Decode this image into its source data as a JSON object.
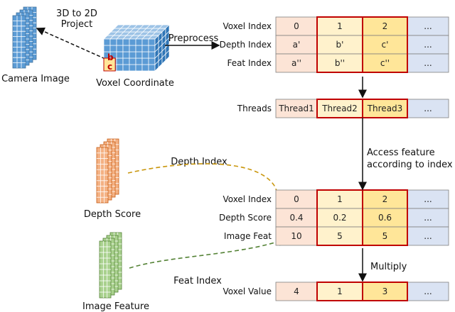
{
  "colors": {
    "cell_orange": "#fce4d6",
    "cell_yellow": "#fff2cc",
    "cell_highlight": "#ffe699",
    "cell_blue": "#dae3f3",
    "border_red": "#c00000",
    "camera_blue": "#5b9bd5",
    "depth_orange": "#f4b183",
    "feature_green": "#a9d18e",
    "arrow_orange": "#c9960c",
    "arrow_green": "#548235"
  },
  "left": {
    "camera_caption": "Camera Image",
    "voxel_caption": "Voxel Coordinate",
    "projection_label_line1": "3D to 2D",
    "projection_label_line2": "Project",
    "preprocess_label": "Preprocess",
    "marker_b": "b",
    "marker_c": "c",
    "depth_caption": "Depth Score",
    "feature_caption": "Image Feature",
    "depth_index_label": "Depth Index",
    "feat_index_label": "Feat Index"
  },
  "right": {
    "access_label_line1": "Access feature",
    "access_label_line2": "according to index",
    "multiply_label": "Multiply"
  },
  "tables": {
    "index_table": {
      "rows": [
        {
          "label": "Voxel Index",
          "cells": [
            "0",
            "1",
            "2",
            "..."
          ]
        },
        {
          "label": "Depth Index",
          "cells": [
            "a'",
            "b'",
            "c'",
            "..."
          ]
        },
        {
          "label": "Feat Index",
          "cells": [
            "a''",
            "b''",
            "c''",
            "..."
          ]
        }
      ]
    },
    "threads_table": {
      "rows": [
        {
          "label": "Threads",
          "cells": [
            "Thread1",
            "Thread2",
            "Thread3",
            "..."
          ]
        }
      ]
    },
    "feature_table": {
      "rows": [
        {
          "label": "Voxel Index",
          "cells": [
            "0",
            "1",
            "2",
            "..."
          ]
        },
        {
          "label": "Depth Score",
          "cells": [
            "0.4",
            "0.2",
            "0.6",
            "..."
          ]
        },
        {
          "label": "Image Feat",
          "cells": [
            "10",
            "5",
            "5",
            "..."
          ]
        }
      ]
    },
    "value_table": {
      "rows": [
        {
          "label": "Voxel Value",
          "cells": [
            "4",
            "1",
            "3",
            "..."
          ]
        }
      ]
    }
  }
}
